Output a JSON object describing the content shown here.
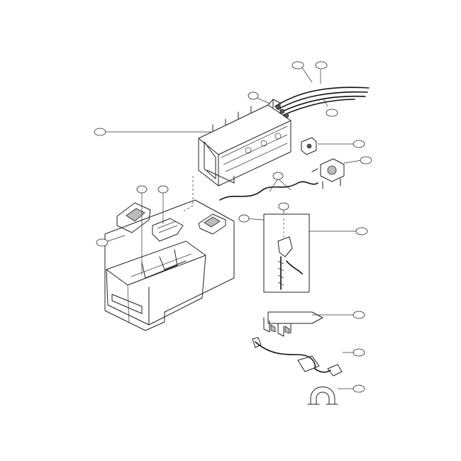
{
  "diagram": {
    "callouts": [
      {
        "id": "c1",
        "text": ""
      },
      {
        "id": "c2",
        "text": ""
      },
      {
        "id": "c3",
        "text": ""
      },
      {
        "id": "c4",
        "text": ""
      },
      {
        "id": "c5",
        "text": ""
      },
      {
        "id": "c6",
        "text": ""
      },
      {
        "id": "c7",
        "text": ""
      },
      {
        "id": "c8",
        "text": ""
      },
      {
        "id": "c9",
        "text": ""
      },
      {
        "id": "c10",
        "text": ""
      },
      {
        "id": "c11",
        "text": ""
      },
      {
        "id": "c12",
        "text": ""
      },
      {
        "id": "c13",
        "text": ""
      },
      {
        "id": "c14",
        "text": ""
      },
      {
        "id": "c15",
        "text": ""
      },
      {
        "id": "c16",
        "text": ""
      },
      {
        "id": "c17",
        "text": ""
      }
    ],
    "colors": {
      "line": "#222222",
      "background": "#ffffff"
    }
  }
}
